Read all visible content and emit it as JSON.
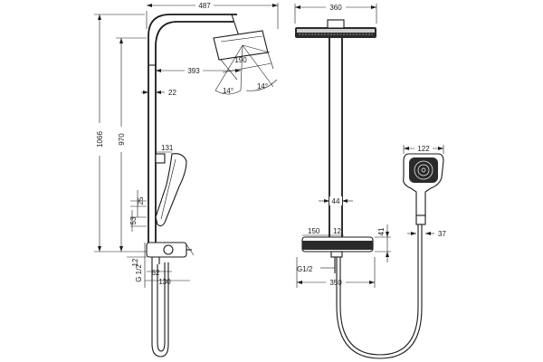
{
  "colors": {
    "line": "#1a1a1a",
    "background": "#ffffff"
  },
  "dimensions": {
    "width_487": "487",
    "head_190": "190",
    "reach_393": "393",
    "pipe_22": "22",
    "angle_a": "14°",
    "angle_b": "14°",
    "height_1066": "1066",
    "height_970": "970",
    "hand_131": "131",
    "hand_25": "25",
    "hand_53": "53",
    "base_12": "12",
    "thread_g12_left": "G 1/2",
    "base_62": "62",
    "base_130": "130",
    "head_360": "360",
    "pipe_44": "44",
    "thermo_150": "150",
    "thermo_12": "12",
    "thermo_41": "41",
    "thread_g12_front": "G1/2",
    "thermo_350": "350",
    "hand_122": "122",
    "hand_37": "37"
  }
}
